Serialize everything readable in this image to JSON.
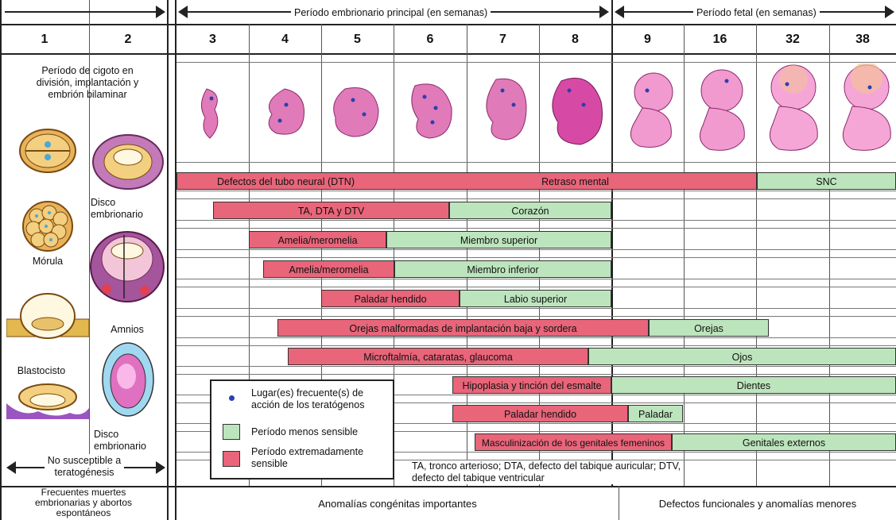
{
  "header": {
    "embryonic_label": "Período embrionario principal (en semanas)",
    "fetal_label": "Período fetal (en semanas)"
  },
  "weeks": [
    "1",
    "2",
    "3",
    "4",
    "5",
    "6",
    "7",
    "8",
    "9",
    "16",
    "32",
    "38"
  ],
  "left_panel": {
    "intro": "Período de cigoto en división, implantación y embrión bilaminar",
    "morula": "Mórula",
    "blastocyst": "Blastocisto",
    "disc_top": "Disco embrionario",
    "amnion": "Amnios",
    "disc_bottom": "Disco embrionario",
    "not_susceptible": "No susceptible a teratogénesis",
    "footer": "Frecuentes muertes embrionarias y abortos espontáneos"
  },
  "bars": [
    {
      "text": "Defectos del tubo neural (DTN)",
      "type": "red"
    },
    {
      "text": "Retraso mental",
      "type": "red"
    },
    {
      "text": "SNC",
      "type": "green"
    },
    {
      "text": "TA, DTA y DTV",
      "type": "red"
    },
    {
      "text": "Corazón",
      "type": "green"
    },
    {
      "text": "Amelia/meromelia",
      "type": "red"
    },
    {
      "text": "Miembro superior",
      "type": "green"
    },
    {
      "text": "Amelia/meromelia",
      "type": "red"
    },
    {
      "text": "Miembro inferior",
      "type": "green"
    },
    {
      "text": "Paladar hendido",
      "type": "red"
    },
    {
      "text": "Labio superior",
      "type": "green"
    },
    {
      "text": "Orejas malformadas de implantación baja y sordera",
      "type": "red"
    },
    {
      "text": "Orejas",
      "type": "green"
    },
    {
      "text": "Microftalmía, cataratas, glaucoma",
      "type": "red"
    },
    {
      "text": "Ojos",
      "type": "green"
    },
    {
      "text": "Hipoplasia y tinción del esmalte",
      "type": "red"
    },
    {
      "text": "Dientes",
      "type": "green"
    },
    {
      "text": "Paladar hendido",
      "type": "red"
    },
    {
      "text": "Paladar",
      "type": "green"
    },
    {
      "text": "Masculinización de los genitales femeninos",
      "type": "red"
    },
    {
      "text": "Genitales externos",
      "type": "green"
    }
  ],
  "legend": {
    "dot_label": "Lugar(es) frecuente(s) de acción de los teratógenos",
    "green_label": "Período menos sensible",
    "red_label": "Período extremadamente sensible"
  },
  "abbreviations": "TA, tronco arterioso; DTA, defecto del tabique auricular; DTV, defecto del tabique ventricular",
  "footer": {
    "major": "Anomalías congénitas importantes",
    "minor": "Defectos funcionales y anomalías menores"
  },
  "colors": {
    "red": "#e8657a",
    "green": "#bde5bd",
    "dot": "#2a3fb0",
    "embryo": "#e07ab8"
  }
}
